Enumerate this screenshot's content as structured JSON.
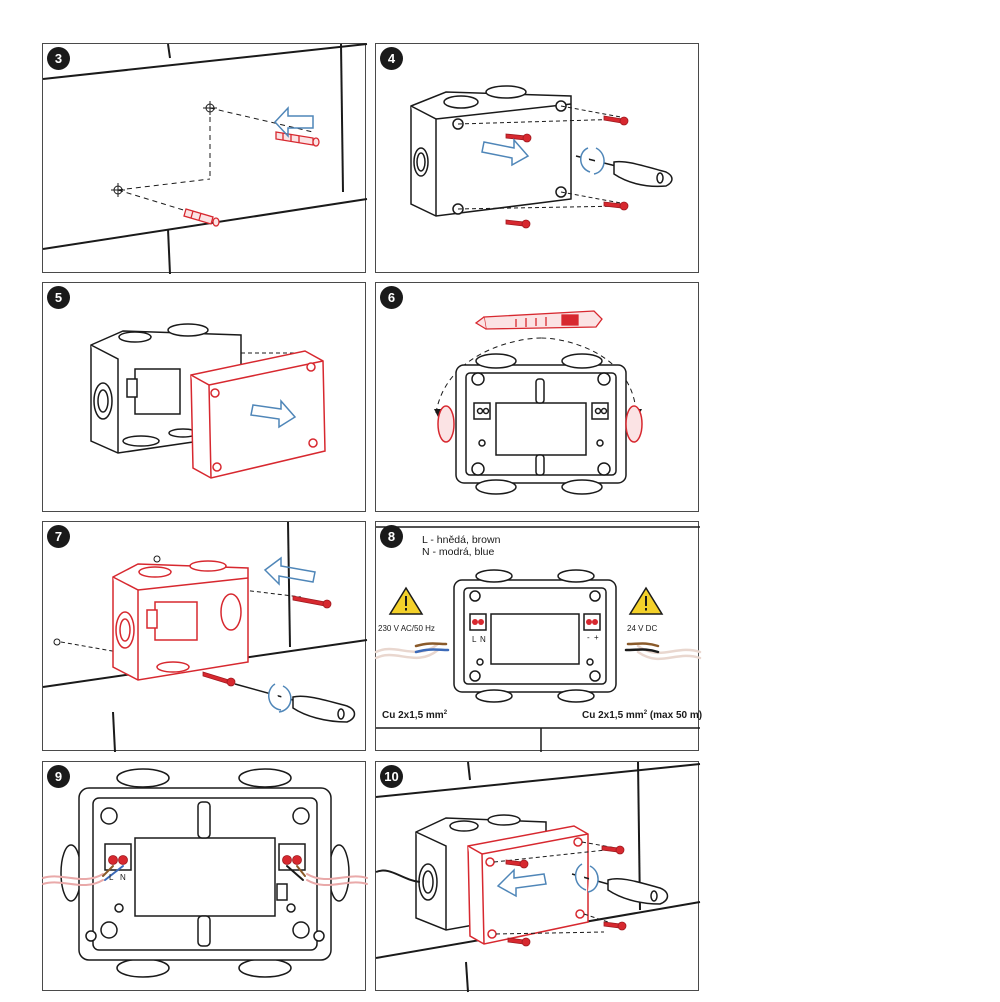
{
  "steps": [
    {
      "number": "3"
    },
    {
      "number": "4"
    },
    {
      "number": "5"
    },
    {
      "number": "6"
    },
    {
      "number": "7"
    },
    {
      "number": "8",
      "legend_l": "L - hnědá, brown",
      "legend_n": "N - modrá, blue",
      "voltage_left": "230 V AC/50 Hz",
      "voltage_right": "24 V DC",
      "terminal_l": "L",
      "terminal_n": "N",
      "terminal_minus": "-",
      "terminal_plus": "+",
      "cable_left": "Cu 2x1,5 mm",
      "cable_left_sup": "2",
      "cable_right": "Cu 2x1,5 mm",
      "cable_right_sup": "2",
      "cable_right_suffix": "(max 50 m)"
    },
    {
      "number": "9",
      "terminal_l": "L",
      "terminal_n": "N"
    },
    {
      "number": "10"
    }
  ],
  "colors": {
    "accent": "#d7282f",
    "hint": "#4f86b8",
    "line": "#1a1a1a",
    "warn": "#f4d12a"
  }
}
